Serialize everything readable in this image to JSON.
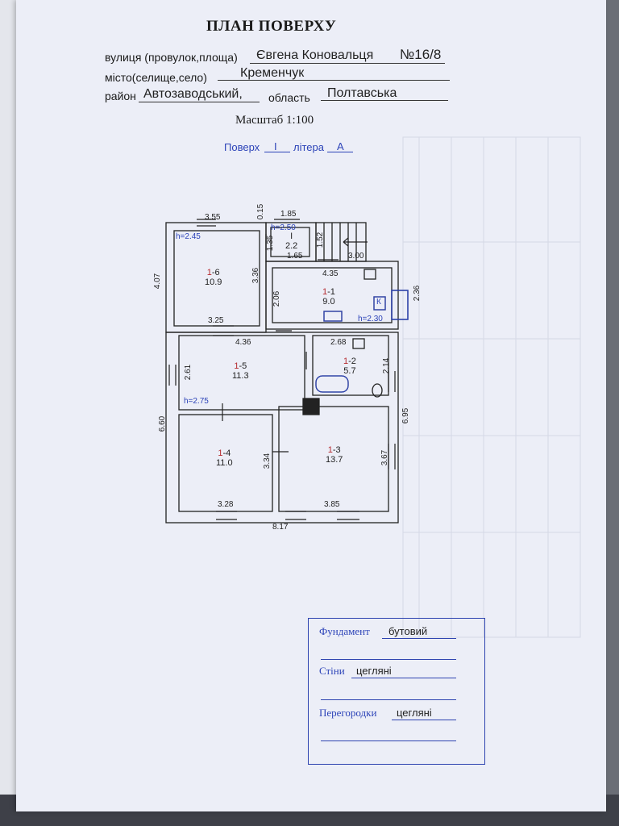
{
  "header": {
    "title": "ПЛАН ПОВЕРХУ",
    "street_label": "вулиця (провулок,площа)",
    "street_value": "Євгена Коновальця",
    "number_value": "№16/8",
    "city_label": "місто(селище,село)",
    "city_value": "Кременчук",
    "district_label": "район",
    "district_value": "Автозаводський,",
    "region_label": "область",
    "region_value": "Полтавська",
    "scale": "Масштаб 1:100",
    "floor_label": "Поверх",
    "floor_value": "I",
    "letter_label": "літера",
    "letter_value": "А"
  },
  "plan": {
    "rooms": [
      {
        "prefix": "1",
        "num": "-6",
        "area": "10.9"
      },
      {
        "prefix": "1",
        "num": "-1",
        "area": "9.0"
      },
      {
        "prefix": "I",
        "num": "",
        "area": "2.2"
      },
      {
        "prefix": "1",
        "num": "-5",
        "area": "11.3"
      },
      {
        "prefix": "1",
        "num": "-2",
        "area": "5.7"
      },
      {
        "prefix": "1",
        "num": "-4",
        "area": "11.0"
      },
      {
        "prefix": "1",
        "num": "-3",
        "area": "13.7"
      }
    ],
    "heights": [
      "h=2.45",
      "h=2.50",
      "h=2.30",
      "h=2.75"
    ],
    "dims": [
      "3.55",
      "0.15",
      "1.85",
      "1.35",
      "1.52",
      "1.65",
      "3.00",
      "4.07",
      "3.36",
      "4.35",
      "2.06",
      "2.36",
      "3.25",
      "4.36",
      "2.68",
      "2.61",
      "2.14",
      "6.60",
      "6.95",
      "3.34",
      "3.67",
      "3.28",
      "3.85",
      "8.17"
    ],
    "k_mark": "К"
  },
  "stamp": {
    "foundation_label": "Фундамент",
    "foundation_value": "бутовий",
    "walls_label": "Стіни",
    "walls_value": "цегляні",
    "partitions_label": "Перегородки",
    "partitions_value": "цегляні"
  }
}
